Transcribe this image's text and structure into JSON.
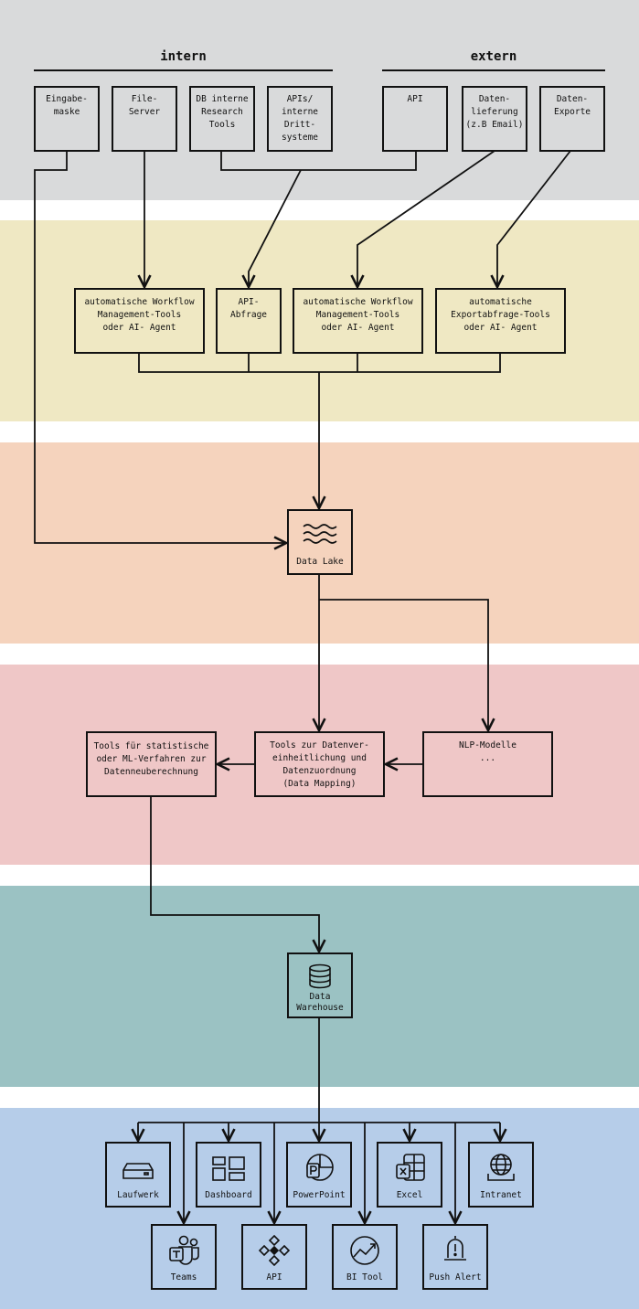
{
  "sections": {
    "intern_label": "intern",
    "extern_label": "extern"
  },
  "sources": [
    {
      "id": "eingabemaske",
      "label": "Eingabe-\nmaske"
    },
    {
      "id": "file-server",
      "label": "File-\nServer"
    },
    {
      "id": "db-research-tools",
      "label": "DB interne\nResearch\nTools"
    },
    {
      "id": "apis-dritt",
      "label": "APIs/\ninterne\nDritt-\nsysteme"
    },
    {
      "id": "api-extern",
      "label": "API"
    },
    {
      "id": "datenlieferung",
      "label": "Daten-\nlieferung\n(z.B Email)"
    },
    {
      "id": "datenexporte",
      "label": "Daten-\nExporte"
    }
  ],
  "ingestion": [
    {
      "id": "workflow-1",
      "label": "automatische Workflow\nManagement-Tools\noder AI- Agent"
    },
    {
      "id": "api-abfrage",
      "label": "API-\nAbfrage"
    },
    {
      "id": "workflow-2",
      "label": "automatische Workflow\nManagement-Tools\noder AI- Agent"
    },
    {
      "id": "exportabfrage",
      "label": "automatische\nExportabfrage-Tools\noder AI- Agent"
    }
  ],
  "storage": {
    "data_lake": "Data Lake",
    "data_warehouse": "Data\nWarehouse"
  },
  "processing": [
    {
      "id": "stat-ml-tools",
      "label": "Tools für statistische\noder ML-Verfahren zur\nDatenneuberechnung"
    },
    {
      "id": "data-mapping",
      "label": "Tools zur Datenver-\neinheitlichung und\nDatenzuordnung\n(Data Mapping)"
    },
    {
      "id": "nlp",
      "label": "NLP-Modelle\n..."
    }
  ],
  "outputs_row1": [
    {
      "id": "laufwerk",
      "label": "Laufwerk",
      "icon": "drive-icon"
    },
    {
      "id": "dashboard",
      "label": "Dashboard",
      "icon": "dashboard-icon"
    },
    {
      "id": "powerpoint",
      "label": "PowerPoint",
      "icon": "powerpoint-icon"
    },
    {
      "id": "excel",
      "label": "Excel",
      "icon": "excel-icon"
    },
    {
      "id": "intranet",
      "label": "Intranet",
      "icon": "globe-icon"
    }
  ],
  "outputs_row2": [
    {
      "id": "teams",
      "label": "Teams",
      "icon": "teams-icon"
    },
    {
      "id": "api-out",
      "label": "API",
      "icon": "api-icon"
    },
    {
      "id": "bi-tool",
      "label": "BI Tool",
      "icon": "chart-icon"
    },
    {
      "id": "push-alert",
      "label": "Push Alert",
      "icon": "bell-icon"
    }
  ]
}
